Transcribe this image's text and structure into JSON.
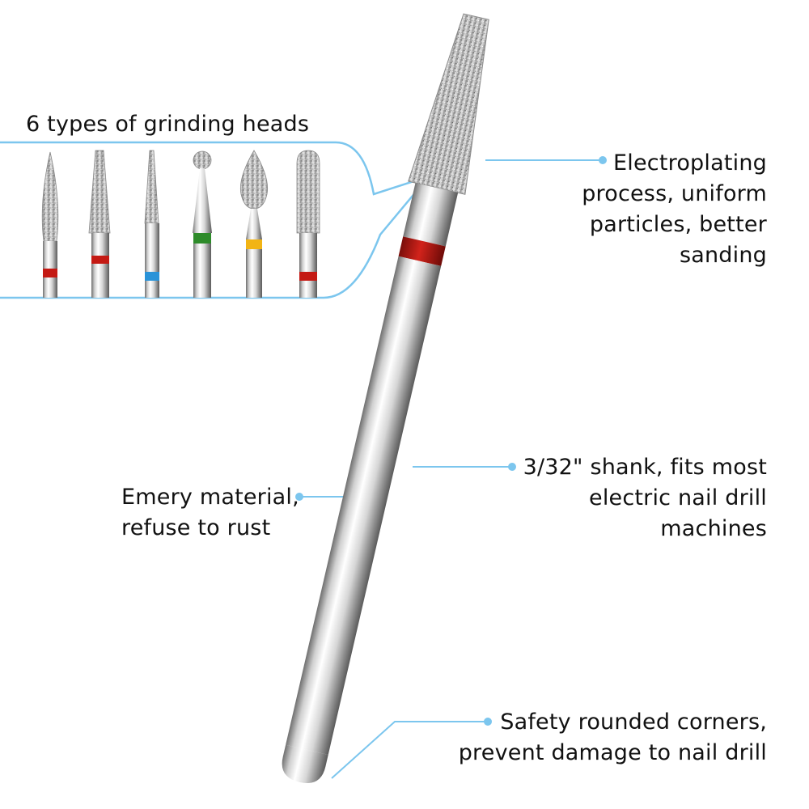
{
  "heads_title": "6 types of grinding heads",
  "callouts": {
    "electroplating": [
      "Electroplating",
      "process, uniform",
      "particles, better",
      "sanding"
    ],
    "shank": [
      "3/32\" shank, fits most",
      "electric nail drill",
      "machines"
    ],
    "emery": [
      "Emery material,",
      "refuse to rust"
    ],
    "safety": [
      "Safety rounded corners,",
      "prevent damage to nail drill"
    ]
  },
  "colors": {
    "leader": "#7cc6ee",
    "band_red": "#c41a14",
    "band_blue": "#2a93d8",
    "band_green": "#2e8b2a",
    "band_yellow": "#f2b414"
  },
  "heads": [
    {
      "shape": "flame",
      "band": "band_red"
    },
    {
      "shape": "tapered-cone",
      "band": "band_red"
    },
    {
      "shape": "needle-cone",
      "band": "band_blue"
    },
    {
      "shape": "ball",
      "band": "band_green"
    },
    {
      "shape": "bud",
      "band": "band_yellow"
    },
    {
      "shape": "round-cylinder",
      "band": "band_red"
    }
  ]
}
